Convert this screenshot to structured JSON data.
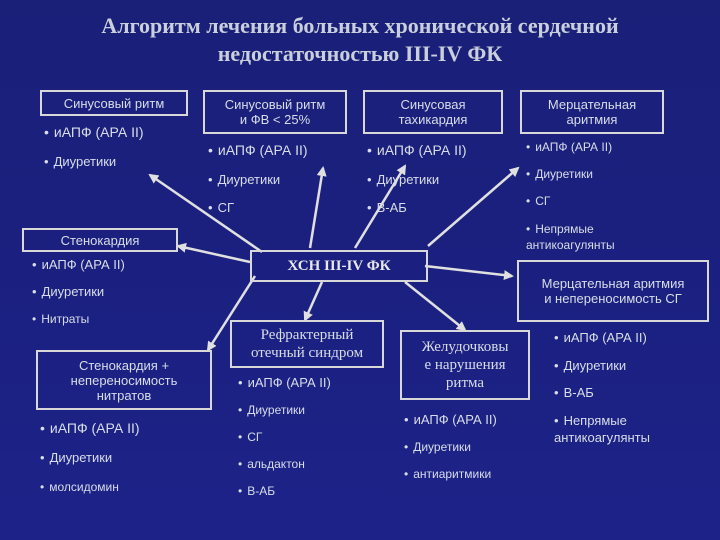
{
  "title": {
    "line1": "Алгоритм лечения больных хронической сердечной",
    "line2": "недостаточностью III-IV ФК"
  },
  "center": "ХСН III-IV ФК",
  "boxes": {
    "sinus": "Синусовый ритм",
    "sinus_ef_l1": "Синусовый ритм",
    "sinus_ef_l2": "и ФВ < 25%",
    "tachy_l1": "Синусовая",
    "tachy_l2": "тахикардия",
    "af_l1": "Мерцательная",
    "af_l2": "аритмия",
    "angina": "Стенокардия",
    "af_sg_l1": "Мерцательная аритмия",
    "af_sg_l2": "и непереносимость СГ",
    "angina_nitr_l1": "Стенокардия +",
    "angina_nitr_l2": "непереносимость",
    "angina_nitr_l3": "нитратов",
    "refr_l1": "Рефрактерный",
    "refr_l2": "отечный синдром",
    "vent_l1": "Желудочковы",
    "vent_l2": "е нарушения",
    "vent_l3": "ритма"
  },
  "lists": {
    "sinus": [
      "иАПФ (АРА II)",
      "Диуретики"
    ],
    "sinus_ef": [
      "иАПФ (АРА II)",
      "Диуретики",
      "СГ"
    ],
    "tachy": [
      "иАПФ (АРА II)",
      "Диуретики",
      "В-АБ"
    ],
    "af": [
      "иАПФ (АРА II)",
      "Диуретики",
      "СГ",
      "Непрямые",
      "антикоагулянты"
    ],
    "angina": [
      "иАПФ (АРА II)",
      "Диуретики",
      "Нитраты"
    ],
    "af_sg": [
      "иАПФ (АРА II)",
      "Диуретики",
      "В-АБ",
      "Непрямые",
      "антикоагулянты"
    ],
    "angina_nitr": [
      "иАПФ (АРА II)",
      "Диуретики",
      "молсидомин"
    ],
    "refr": [
      "иАПФ (АРА II)",
      "Диуретики",
      "СГ",
      "альдактон",
      "В-АБ"
    ],
    "vent": [
      "иАПФ (АРА II)",
      "Диуретики",
      "антиаритмики"
    ]
  },
  "bullet": "•",
  "colors": {
    "background": "#1b1f7a",
    "text": "#d8dde8",
    "lines": "#d8d8d8"
  }
}
